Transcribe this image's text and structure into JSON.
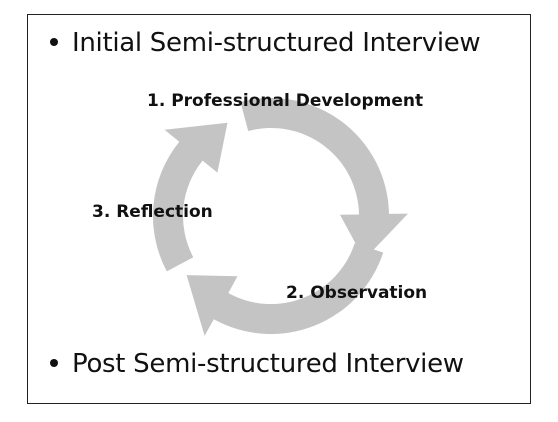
{
  "bullets": {
    "top": "Initial Semi-structured Interview",
    "bottom": "Post Semi-structured Interview"
  },
  "cycle": {
    "steps": [
      "1. Professional Development",
      "2. Observation",
      "3. Reflection"
    ],
    "arrow_color": "#c4c4c4"
  }
}
